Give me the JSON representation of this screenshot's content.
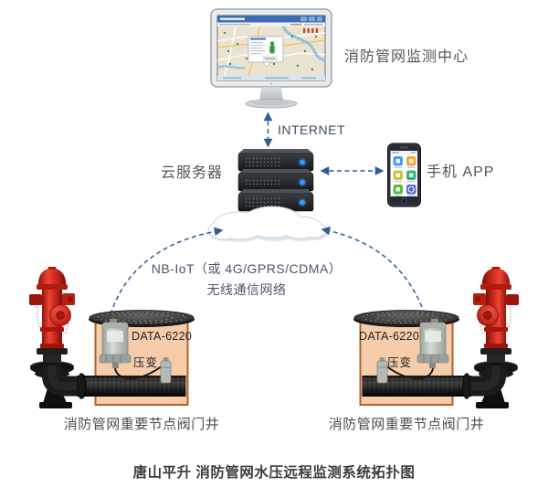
{
  "title": "唐山平升 消防管网水压远程监测系统拓扑图",
  "nodes": {
    "monitoring_center": {
      "label": "消防管网监测中心"
    },
    "internet_link": {
      "label": "INTERNET"
    },
    "cloud_server": {
      "label": "云服务器"
    },
    "mobile_app": {
      "label": "手机 APP"
    },
    "wireless_network": {
      "line1": "NB-IoT（或 4G/GPRS/CDMA）",
      "line2": "无线通信网络"
    }
  },
  "wells": [
    {
      "device_label": "DATA-6220",
      "sensor_label": "压变",
      "caption": "消防管网重要节点阀门井"
    },
    {
      "device_label": "DATA-6220",
      "sensor_label": "压变",
      "caption": "消防管网重要节点阀门井"
    }
  ],
  "icons": {
    "monitor": "desktop-monitor-with-map",
    "server": "server-stack",
    "cloud": "cloud",
    "phone": "smartphone-app-grid",
    "hydrant": "fire-hydrant",
    "manhole": "manhole-cover",
    "well": "valve-well",
    "device": "data-logger",
    "sensor": "pressure-transducer",
    "pipe": "water-pipe",
    "arrows": "dashed-link-arrows"
  },
  "colors": {
    "arrow": "#2e5f93",
    "well_fill": "#f6cdab",
    "well_border": "#b5602a",
    "hydrant_red": "#d5291b",
    "pipe_black": "#1b1b1b",
    "led_blue": "#2f9bff",
    "screen_header_blue": "#3b6cb4",
    "map_beige": "#eae3d1",
    "label_text": "#545454"
  }
}
